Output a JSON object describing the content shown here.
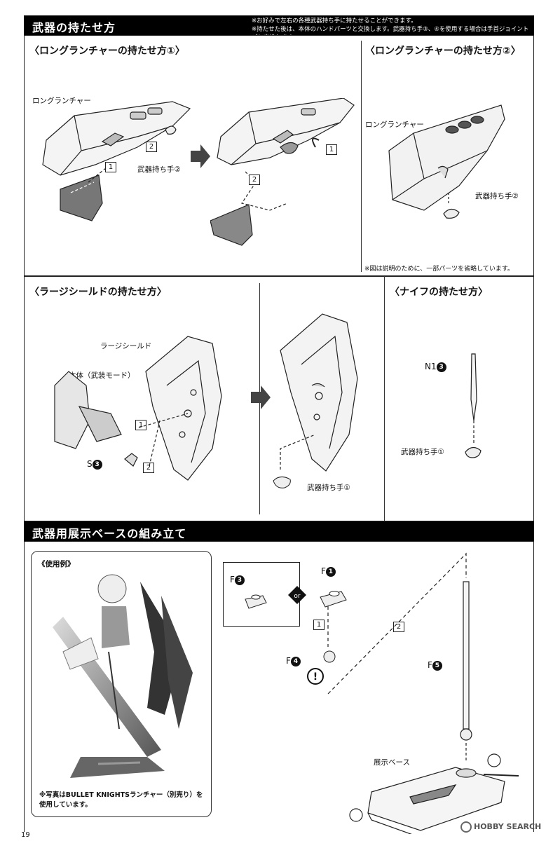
{
  "header": {
    "title": "武器の持たせ方",
    "note1": "※お好みで左右の各種武器持ち手に持たせることができます。",
    "note2": "※持たせた後は、本体のハンドパーツと交換します。武器持ち手③、④を使用する場合は手首ジョイントごと交換します。"
  },
  "sec_long1": {
    "title": "〈ロングランチャーの持たせ方①〉",
    "label_launcher": "ロングランチャー",
    "label_hand": "武器持ち手②",
    "step1": "1",
    "step2": "2"
  },
  "sec_long1b": {
    "step1": "1",
    "step2": "2"
  },
  "sec_long2": {
    "title": "〈ロングランチャーの持たせ方②〉",
    "label_launcher": "ロングランチャー",
    "label_hand": "武器持ち手②",
    "note": "※図は説明のために、一部パーツを省略しています。"
  },
  "sec_shield": {
    "title": "〈ラージシールドの持たせ方〉",
    "label_shield": "ラージシールド",
    "label_body": "本体（武装モード）",
    "label_s": "S",
    "num_s": "3",
    "label_hand": "武器持ち手①",
    "step1": "1",
    "step2": "2"
  },
  "sec_knife": {
    "title": "〈ナイフの持たせ方〉",
    "label_n": "N1",
    "num_n": "3",
    "label_hand": "武器持ち手①"
  },
  "base": {
    "title": "武器用展示ベースの組み立て",
    "example": "《使用例》",
    "caption1": "※写真はBULLET KNIGHTSランチャー（別売り）を",
    "caption2": "使用しています。",
    "f3": "F",
    "f3n": "3",
    "f1": "F",
    "f1n": "1",
    "f4": "F",
    "f4n": "4",
    "f5": "F",
    "f5n": "5",
    "step1": "1",
    "step2": "2",
    "label_base": "展示ベース"
  },
  "footer": {
    "page": "19",
    "watermark": "HOBBY SEARCH"
  }
}
